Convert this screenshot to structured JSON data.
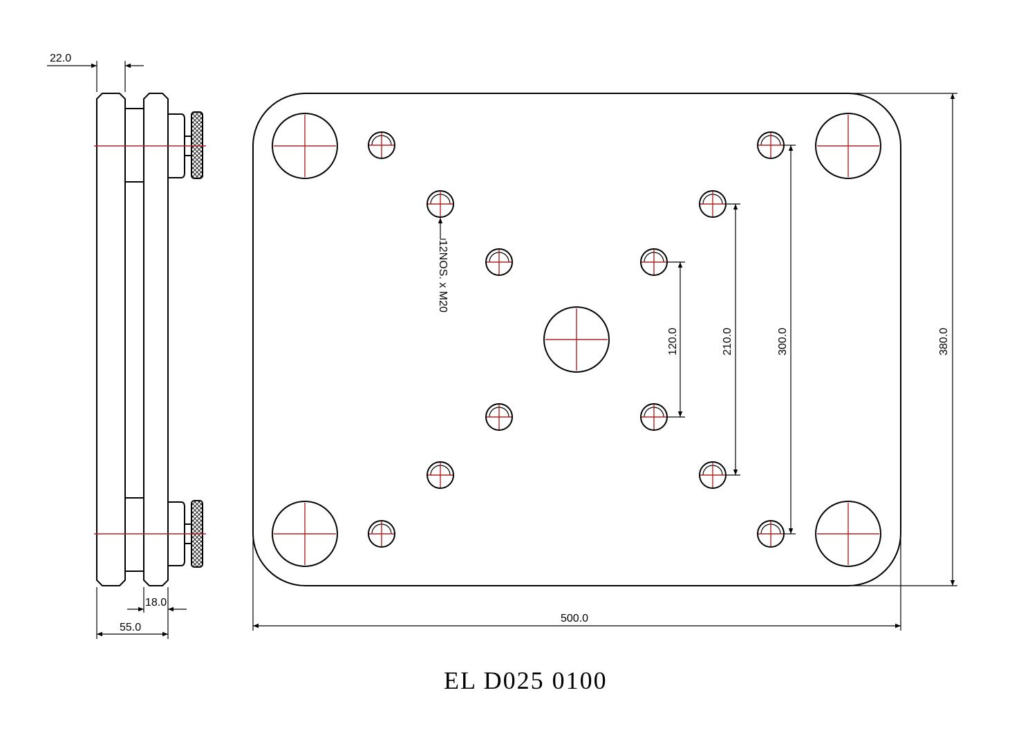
{
  "drawing": {
    "drawing_number": "EL D025 0100",
    "hole_callout": "12NOS. x M20",
    "dimensions": {
      "side_plate_thickness": "22.0",
      "side_spacer": "18.0",
      "side_overall": "55.0",
      "plate_width": "500.0",
      "plate_height": "380.0",
      "pitch_inner": "120.0",
      "pitch_middle": "210.0",
      "pitch_outer": "300.0"
    },
    "colors": {
      "outline": "#000000",
      "centerline": "#b22222"
    }
  }
}
